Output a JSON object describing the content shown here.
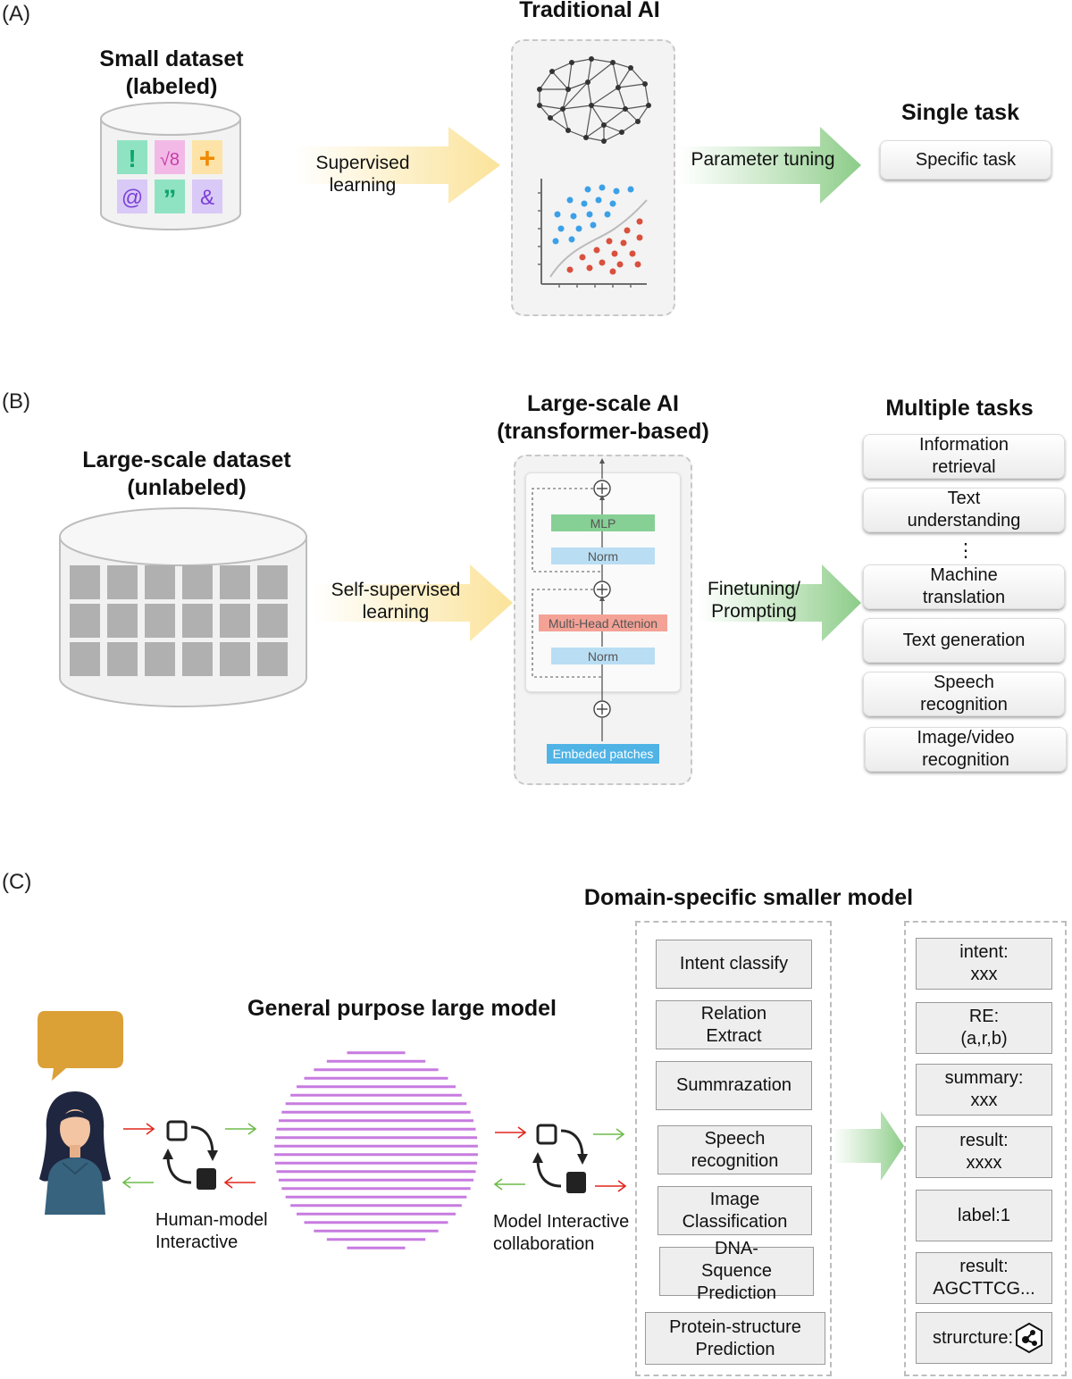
{
  "panel_a": {
    "label": "(A)",
    "dataset_title": "Small dataset\n(labeled)",
    "arrow1_label": "Supervised\nlearning",
    "model_title": "Traditional AI",
    "arrow2_label": "Parameter tuning",
    "output_title": "Single task",
    "task": "Specific task"
  },
  "panel_b": {
    "label": "(B)",
    "dataset_title": "Large-scale dataset\n(unlabeled)",
    "arrow1_label": "Self-supervised\nlearning",
    "model_title": "Large-scale AI\n(transformer-based)",
    "transformer": {
      "mlp": "MLP",
      "norm_top": "Norm",
      "attention": "Multi-Head Attenion",
      "norm_bottom": "Norm",
      "embed": "Embeded patches"
    },
    "arrow2_label": "Finetuning/\nPrompting",
    "output_title": "Multiple tasks",
    "tasks": [
      "Information\nretrieval",
      "Text\nunderstanding",
      "Machine\ntranslation",
      "Text generation",
      "Speech\nrecognition",
      "Image/video\nrecognition"
    ],
    "ellipsis": "⋮"
  },
  "panel_c": {
    "label": "(C)",
    "general_title": "General purpose large model",
    "domain_title": "Domain-specific smaller model",
    "human_interaction": "Human-model\nInteractive",
    "model_interaction": "Model Interactive\ncollaboration",
    "tasks": [
      "Intent classify",
      "Relation\nExtract",
      "Summrazation",
      "Speech\nrecognition",
      "Image\nClassification",
      "DNA-\nSquence\nPrediction",
      "Protein-structure\nPrediction"
    ],
    "results": [
      "intent:\nxxx",
      "RE:\n(a,r,b)",
      "summary:\nxxx",
      "result:\nxxxx",
      "label:1",
      "result:\nAGCTTCG...",
      "strurcture:"
    ]
  },
  "colors": {
    "supervised_arrow": "#fbe39a",
    "tuning_arrow": "#9fd69a",
    "mlp": "#86cf95",
    "norm": "#b9def3",
    "attention": "#f4a296",
    "embed": "#4fb3e6",
    "speech_bubble": "#dba036",
    "sphere_lines": "#c77be0"
  }
}
